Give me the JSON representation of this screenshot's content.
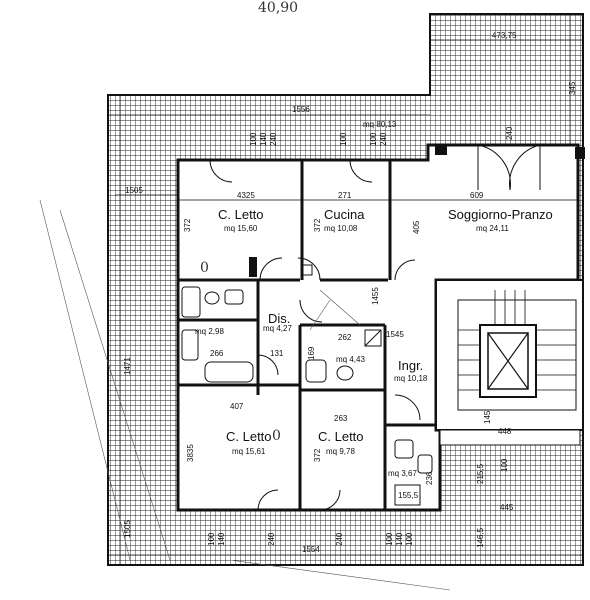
{
  "rooms": {
    "letto1": {
      "name": "C. Letto",
      "area": "mq 15,60"
    },
    "cucina": {
      "name": "Cucina",
      "area": "mq 10,08"
    },
    "soggiorno": {
      "name": "Soggiorno-Pranzo",
      "area": "mq 24,11"
    },
    "dis": {
      "name": "Dis.",
      "area": "mq 4,27"
    },
    "bagno1": {
      "area": "mq 2,98"
    },
    "bagno2": {
      "area": "mq 4,43"
    },
    "ingr": {
      "name": "Ingr.",
      "area": "mq 10,18"
    },
    "letto2": {
      "name": "C. Letto",
      "area": "mq 15,61"
    },
    "letto3": {
      "name": "C. Letto",
      "area": "mq 9,78"
    },
    "wc": {
      "area": "mq 3,67"
    }
  },
  "terrace_area": "mq 80,13",
  "dimensions": {
    "top_right": "473,75",
    "top_left": "1556",
    "bottom": "1554",
    "left": "1471",
    "right_top": "345",
    "d1505a": "1505",
    "d1505b": "1505",
    "d4325": "4325",
    "d271": "271",
    "d609": "609",
    "d372a": "372",
    "d372b": "372",
    "d405": "405",
    "d1455": "1455",
    "d1545": "1545",
    "d262": "262",
    "d169": "169",
    "d266": "266",
    "d131": "131",
    "d407": "407",
    "d263": "263",
    "d3835": "3835",
    "d372c": "372",
    "d145": "145",
    "d448": "448",
    "d215": "215,5",
    "d100": "100",
    "d445": "445",
    "d1465": "146,5",
    "d1555": "155,5",
    "d236": "236",
    "d100a": "100",
    "d140a": "140",
    "d100b": "100",
    "d240a": "240",
    "d100c": "100",
    "d240b": "240",
    "d240c": "240",
    "d240d": "240",
    "d100d": "100",
    "d140b": "140",
    "d100e": "100",
    "d240e": "240",
    "d100f": "100",
    "d140c": "140"
  },
  "handwriting": {
    "top": "40,90",
    "o1": "0",
    "o2": "0"
  }
}
